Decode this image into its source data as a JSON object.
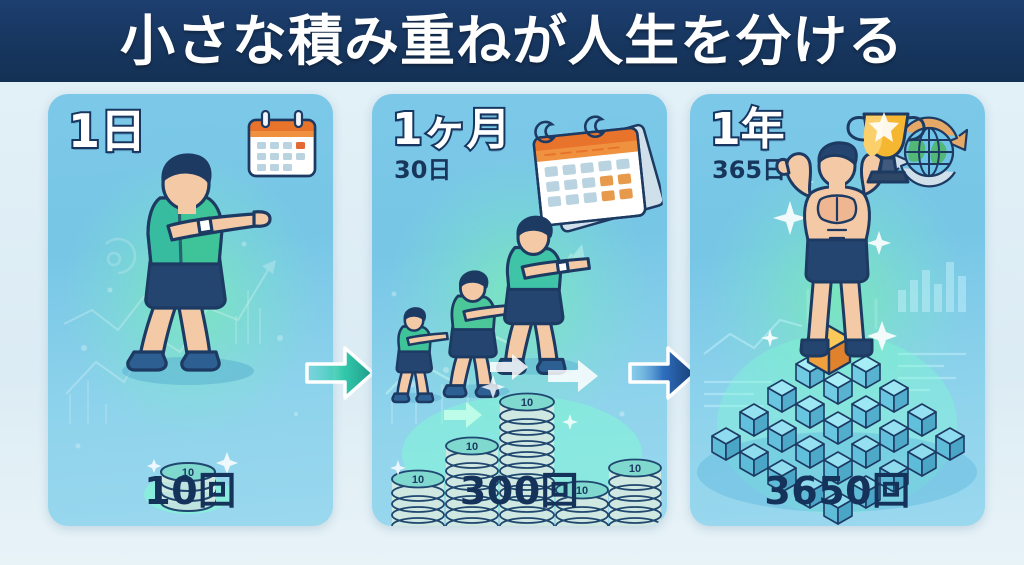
{
  "banner": {
    "title": "小さな積み重ねが人生を分ける"
  },
  "colors": {
    "banner_bg": "#17365f",
    "page_bg": "#dcecf4",
    "panel_blue": "#7cc8e8",
    "panel_glow_green": "#78ecb4",
    "text_dark": "#15325a",
    "text_light": "#ffffff",
    "accent_orange": "#f08a35",
    "accent_gold": "#f5b731",
    "arrow_teal": "#3fd3b0",
    "arrow_blue": "#1c4f96",
    "coin_teal": "#7fd9cf",
    "block_cyan": "#5fc6e0",
    "skin": "#f3c9a6",
    "shirt_green": "#3fc49a",
    "shorts_navy": "#24456f"
  },
  "panels": [
    {
      "id": "panel-1",
      "period": "1日",
      "period_sub": "",
      "count": "10回",
      "icon": "calendar-icon",
      "figure_count": 1,
      "coin_stacks": [
        4
      ],
      "scene": "squat-single"
    },
    {
      "id": "panel-2",
      "period": "1ヶ月",
      "period_sub": "30日",
      "count": "300回",
      "icon": "calendar-icon",
      "figure_count": 3,
      "coin_stacks": [
        5,
        8,
        12,
        4,
        6
      ],
      "coin_face_label": "10",
      "scene": "squat-triple"
    },
    {
      "id": "panel-3",
      "period": "1年",
      "period_sub": "365日",
      "count": "3650回",
      "icon": "globe-refresh-icon",
      "figure_count": 1,
      "pyramid_rows": [
        1,
        3,
        5,
        7,
        9
      ],
      "scene": "champion-pyramid"
    }
  ],
  "arrows": [
    {
      "id": "arrow-1",
      "name": "arrow-day-to-month",
      "style": "teal"
    },
    {
      "id": "arrow-2",
      "name": "arrow-month-to-year",
      "style": "blue"
    }
  ]
}
